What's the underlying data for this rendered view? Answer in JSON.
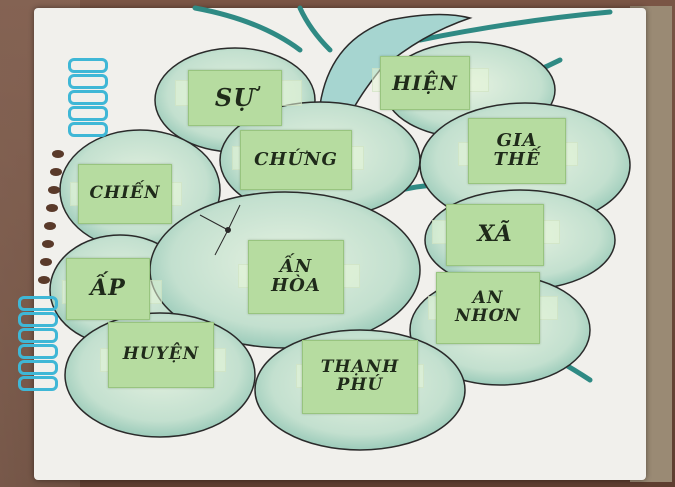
{
  "notebook": {
    "words": [
      {
        "id": "su",
        "lines": [
          "SỰ"
        ]
      },
      {
        "id": "hien",
        "lines": [
          "HIỆN"
        ]
      },
      {
        "id": "chung",
        "lines": [
          "CHỨNG"
        ]
      },
      {
        "id": "gia-the",
        "lines": [
          "GIA",
          "THẾ"
        ]
      },
      {
        "id": "chien",
        "lines": [
          "CHIẾN"
        ]
      },
      {
        "id": "xa",
        "lines": [
          "XÃ"
        ]
      },
      {
        "id": "an-hoa",
        "lines": [
          "ẤN",
          "HÒA"
        ]
      },
      {
        "id": "ap",
        "lines": [
          "ẤP"
        ]
      },
      {
        "id": "an-nhon",
        "lines": [
          "AN",
          "NHƠN"
        ]
      },
      {
        "id": "huyen",
        "lines": [
          "HUYỆN"
        ]
      },
      {
        "id": "thanh-phu",
        "lines": [
          "THẠNH",
          "PHÚ"
        ]
      }
    ]
  },
  "colors": {
    "leaf_fill": "#cfe5cf",
    "leaf_fill_dark": "#a9d3c2",
    "leaf_outline": "#2a2a2a",
    "vine": "#2f8a84",
    "card": "#b6dca0",
    "binder_ring": "#3fb7d6",
    "paper": "#f1f0ec"
  }
}
